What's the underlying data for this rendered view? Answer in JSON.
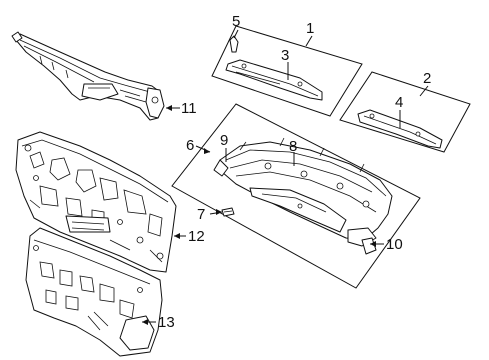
{
  "callouts": [
    {
      "id": "c1",
      "text": "1"
    },
    {
      "id": "c2",
      "text": "2"
    },
    {
      "id": "c3",
      "text": "3"
    },
    {
      "id": "c4",
      "text": "4"
    },
    {
      "id": "c5",
      "text": "5"
    },
    {
      "id": "c6",
      "text": "6"
    },
    {
      "id": "c7",
      "text": "7"
    },
    {
      "id": "c8",
      "text": "8"
    },
    {
      "id": "c9",
      "text": "9"
    },
    {
      "id": "c10",
      "text": "10"
    },
    {
      "id": "c11",
      "text": "11"
    },
    {
      "id": "c12",
      "text": "12"
    },
    {
      "id": "c13",
      "text": "13"
    }
  ],
  "colors": {
    "line": "#111111",
    "background": "#ffffff"
  }
}
